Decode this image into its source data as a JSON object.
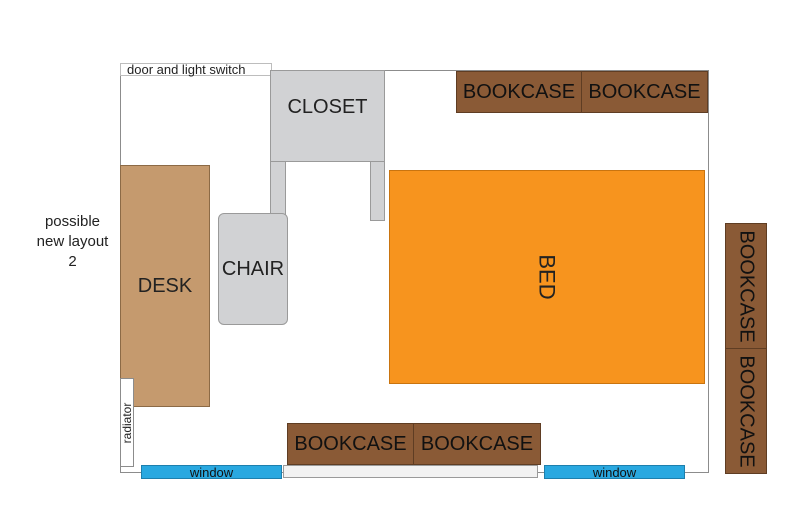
{
  "labels": {
    "door": "door and light switch",
    "closet": "CLOSET",
    "desk": "DESK",
    "chair": "CHAIR",
    "bed": "BED",
    "radiator": "radiator",
    "bookcase": "BOOKCASE",
    "window": "window"
  },
  "note": {
    "line1": "possible",
    "line2": "new layout",
    "line3": "2"
  },
  "colors": {
    "bookcase": "#8a5a36",
    "desk": "#c59a6e",
    "bed": "#f7941e",
    "closet": "#d1d2d4",
    "window": "#29a8e0"
  }
}
